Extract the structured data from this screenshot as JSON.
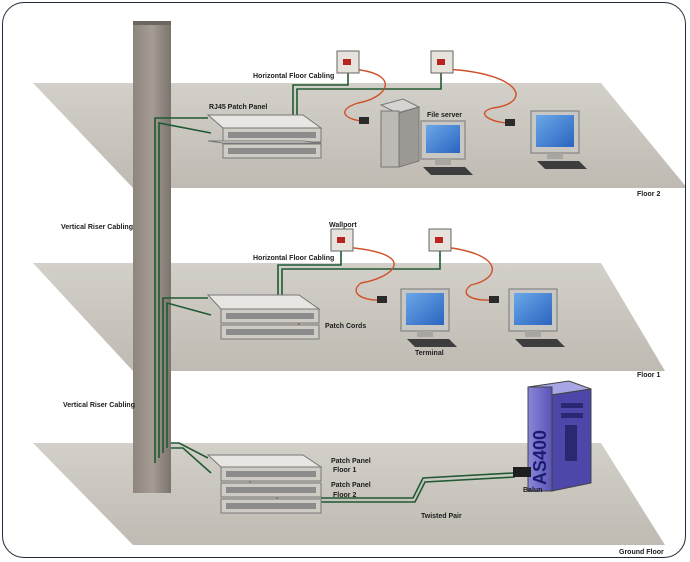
{
  "labels": {
    "vertical_riser_top": "Vertical Riser Cabling",
    "vertical_riser_bottom": "Vertical Riser Cabling",
    "horizontal_floor2": "Horizontal Floor Cabling",
    "horizontal_floor1": "Horizontal Floor Cabling",
    "rj45_patch_panel": "RJ45 Patch Panel",
    "file_server": "File server",
    "wallport": "Wallport",
    "patch_cords": "Patch Cords",
    "terminal": "Terminal",
    "patch_panel_floor1_line1": "Patch Panel",
    "patch_panel_floor1_line2": "Floor 1",
    "patch_panel_floor2_line1": "Patch Panel",
    "patch_panel_floor2_line2": "Floor 2",
    "twisted_pair": "Twisted Pair",
    "balun": "Balun",
    "as400": "AS400"
  },
  "floors": {
    "floor2": "Floor 2",
    "floor1": "Floor 1",
    "ground": "Ground Floor"
  }
}
